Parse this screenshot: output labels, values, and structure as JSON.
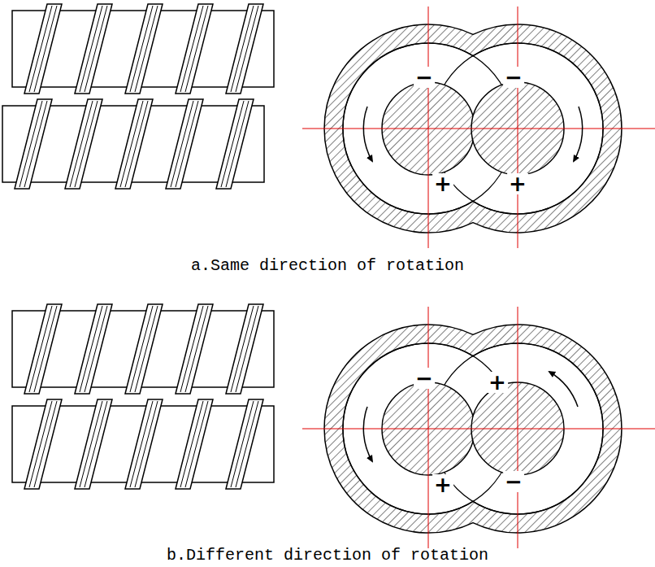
{
  "diagram": {
    "labels": [
      "−",
      "−",
      "+",
      "+",
      "a.Same direction of rotation",
      "−",
      "+",
      "+",
      "−",
      "b.Different direction of rotation"
    ]
  }
}
